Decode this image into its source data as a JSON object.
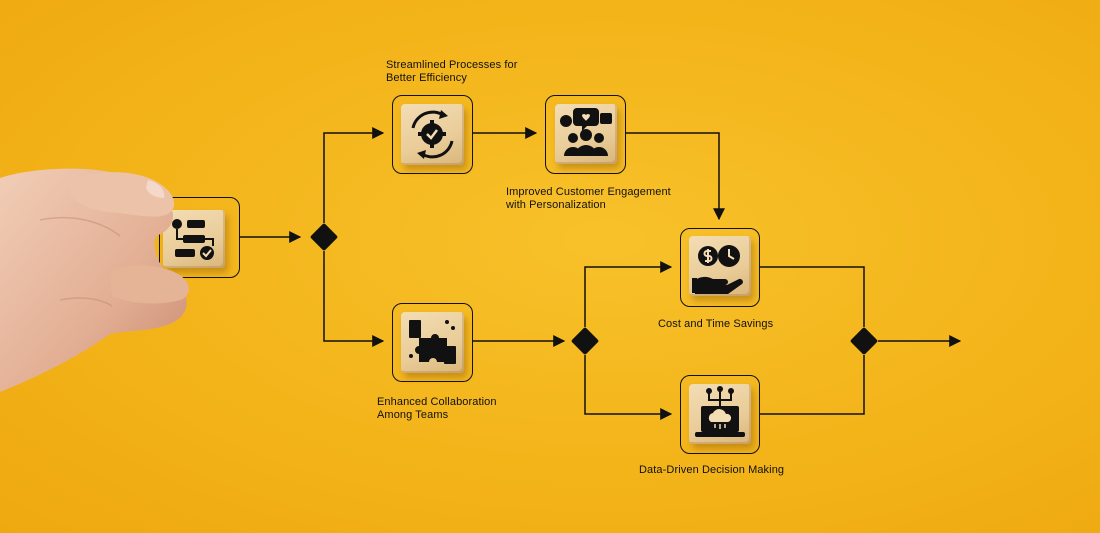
{
  "background_color": "#f3b41a",
  "line_color": "#111111",
  "nodes": {
    "start": {
      "icon": "workflow-checklist-icon"
    },
    "streamlined": {
      "icon": "gear-check-cycle-icon",
      "label_line1": "Streamlined Processes for",
      "label_line2": "Better Efficiency"
    },
    "engagement": {
      "icon": "customer-group-chat-icon",
      "label_line1": "Improved Customer Engagement",
      "label_line2": "with Personalization"
    },
    "savings": {
      "icon": "money-clock-hand-icon",
      "label": "Cost and Time Savings"
    },
    "collaboration": {
      "icon": "puzzle-handshake-icon",
      "label_line1": "Enhanced Collaboration",
      "label_line2": "Among Teams"
    },
    "data_driven": {
      "icon": "laptop-cloud-network-icon",
      "label": "Data-Driven Decision Making"
    }
  }
}
